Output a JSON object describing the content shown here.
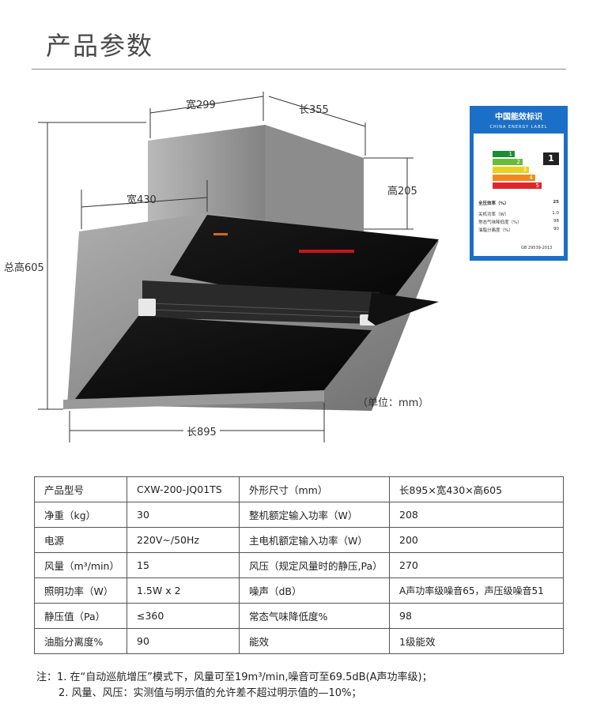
{
  "title": "产品参数",
  "dimensions": {
    "width_top": "宽299",
    "length_top": "长355",
    "height_top": "高205",
    "width_body": "宽430",
    "total_height": "总高605",
    "length_bottom": "长895",
    "unit": "（单位：mm）"
  },
  "energy_label": {
    "title": "中国能效标识",
    "subtitle": "CHINA ENERGY LABEL",
    "grade": "1",
    "levels": [
      "1",
      "2",
      "3",
      "4",
      "5"
    ],
    "level_colors": [
      "#1a8c3a",
      "#6dbb3a",
      "#e8d21f",
      "#f08a1c",
      "#e0262a"
    ],
    "rows": [
      {
        "k": "全压效率（%）",
        "v": "25"
      },
      {
        "k": "关机功率（W）",
        "v": "1.0"
      },
      {
        "k": "常态气味降低度（%）",
        "v": "98"
      },
      {
        "k": "油脂分离度（%）",
        "v": "90"
      }
    ],
    "std": "GB 29539-2013"
  },
  "specs": [
    {
      "k1": "产品型号",
      "v1": "CXW-200-JQ01TS",
      "k2": "外形尺寸（mm）",
      "v2": "长895×宽430×高605"
    },
    {
      "k1": "净重（kg）",
      "v1": "30",
      "k2": "整机额定输入功率（W）",
      "v2": "208"
    },
    {
      "k1": "电源",
      "v1": "220V~/50Hz",
      "k2": "主电机额定输入功率（W）",
      "v2": "200"
    },
    {
      "k1": "风量（m³/min）",
      "v1": "15",
      "k2": "风压（规定风量时的静压,Pa）",
      "v2": "270"
    },
    {
      "k1": "照明功率（W）",
      "v1": "1.5W x 2",
      "k2": "噪声（dB）",
      "v2": "A声功率级噪音65，声压级噪音51"
    },
    {
      "k1": "静压值（Pa）",
      "v1": "≤360",
      "k2": "常态气味降低度%",
      "v2": "98"
    },
    {
      "k1": "油脂分离度%",
      "v1": "90",
      "k2": "能效",
      "v2": "1级能效"
    }
  ],
  "notes": [
    "注：1. 在“自动巡航增压”模式下，风量可至19m³/min,噪音可至69.5dB(A声功率级)；",
    "2. 风量、风压：实测值与明示值的允许差不超过明示值的—10%；"
  ]
}
